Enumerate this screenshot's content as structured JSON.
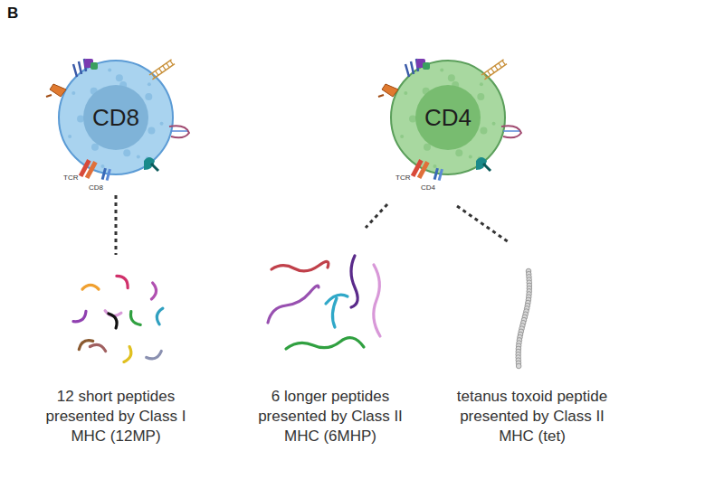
{
  "diagram": {
    "nodes": [
      {
        "text": [
          "CD8"
        ]
      },
      {
        "text": [
          "CD4"
        ]
      }
    ],
    "labels": [
      "B",
      "TCR",
      "CD8",
      "TCR",
      "CD4",
      "12 short peptides presented by Class I MHC (12MP)",
      "6 longer peptides presented by Class II MHC (6MHP)",
      "tetanus toxoid peptide presented by Class II MHC (tet)"
    ]
  }
}
